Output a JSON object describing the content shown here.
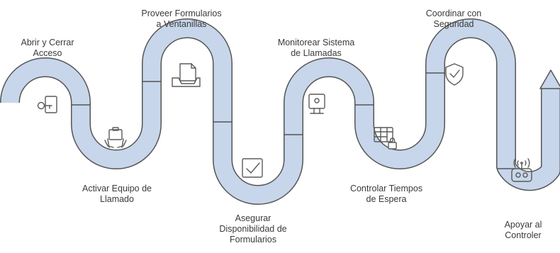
{
  "colors": {
    "track_fill": "#c7d6ea",
    "track_stroke": "#555555",
    "icon_stroke": "#5a5a5a",
    "text": "#3a3a3a",
    "background": "#ffffff"
  },
  "steps": [
    {
      "id": 1,
      "label_lines": [
        "Abrir y Cerrar",
        "Acceso"
      ],
      "icon": "key-door-icon"
    },
    {
      "id": 2,
      "label_lines": [
        "Activar Equipo de",
        "Llamado"
      ],
      "icon": "clipboard-hand-icon"
    },
    {
      "id": 3,
      "label_lines": [
        "Proveer Formularios",
        "a Ventanillas"
      ],
      "icon": "document-tray-icon"
    },
    {
      "id": 4,
      "label_lines": [
        "Asegurar",
        "Disponibilidad de",
        "Formularios"
      ],
      "icon": "checkmark-box-icon"
    },
    {
      "id": 5,
      "label_lines": [
        "Monitorear Sistema",
        "de Llamadas"
      ],
      "icon": "monitor-icon"
    },
    {
      "id": 6,
      "label_lines": [
        "Controlar Tiempos",
        "de Espera"
      ],
      "icon": "grid-lock-icon"
    },
    {
      "id": 7,
      "label_lines": [
        "Coordinar con",
        "Seguridad"
      ],
      "icon": "shield-check-icon"
    },
    {
      "id": 8,
      "label_lines": [
        "Apoyar al",
        "Controler"
      ],
      "icon": "signal-controller-icon"
    }
  ]
}
